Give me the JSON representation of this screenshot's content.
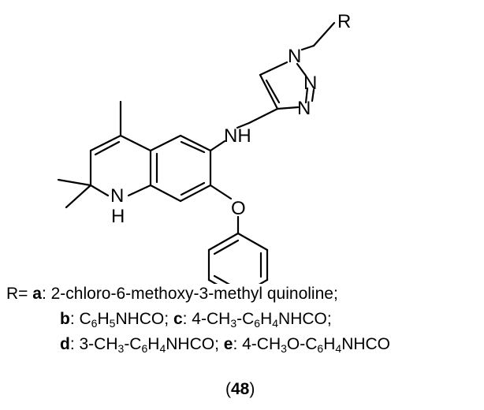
{
  "structure": {
    "atoms": {
      "r_group": "R",
      "triazole_n1": "N",
      "triazole_n2": "N",
      "triazole_n3": "N",
      "amine_nh": "NH",
      "ring_n": "N",
      "ring_h": "H",
      "ether_o": "O"
    }
  },
  "legend": {
    "line1": [
      {
        "t": "R= ",
        "s": "n"
      },
      {
        "t": "a",
        "s": "b"
      },
      {
        "t": ": 2-chloro-6-methoxy-3-methyl quinoline;",
        "s": "n"
      }
    ],
    "line2": [
      {
        "t": "b",
        "s": "b"
      },
      {
        "t": ": C",
        "s": "n"
      },
      {
        "t": "6",
        "s": "sub"
      },
      {
        "t": "H",
        "s": "n"
      },
      {
        "t": "5",
        "s": "sub"
      },
      {
        "t": "NHCO; ",
        "s": "n"
      },
      {
        "t": "c",
        "s": "b"
      },
      {
        "t": ": 4-CH",
        "s": "n"
      },
      {
        "t": "3",
        "s": "sub"
      },
      {
        "t": "-C",
        "s": "n"
      },
      {
        "t": "6",
        "s": "sub"
      },
      {
        "t": "H",
        "s": "n"
      },
      {
        "t": "4",
        "s": "sub"
      },
      {
        "t": "NHCO;",
        "s": "n"
      }
    ],
    "line3": [
      {
        "t": "d",
        "s": "b"
      },
      {
        "t": ": 3-CH",
        "s": "n"
      },
      {
        "t": "3",
        "s": "sub"
      },
      {
        "t": "-C",
        "s": "n"
      },
      {
        "t": "6",
        "s": "sub"
      },
      {
        "t": "H",
        "s": "n"
      },
      {
        "t": "4",
        "s": "sub"
      },
      {
        "t": "NHCO; ",
        "s": "n"
      },
      {
        "t": "e",
        "s": "b"
      },
      {
        "t": ": 4-CH",
        "s": "n"
      },
      {
        "t": "3",
        "s": "sub"
      },
      {
        "t": "O-C",
        "s": "n"
      },
      {
        "t": "6",
        "s": "sub"
      },
      {
        "t": "H",
        "s": "n"
      },
      {
        "t": "4",
        "s": "sub"
      },
      {
        "t": "NHCO",
        "s": "n"
      }
    ]
  },
  "compound": {
    "open": "(",
    "number": "48",
    "close": ")"
  }
}
